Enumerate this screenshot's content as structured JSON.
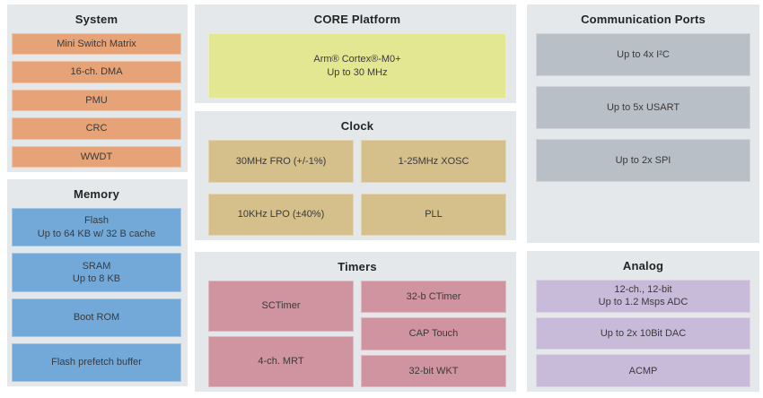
{
  "colors": {
    "canvas_bg": "#ffffff",
    "section_bg": "#e4e8ea",
    "title_text": "#242424",
    "block_text": "#3a3a3a",
    "system_block": "#e6a377",
    "memory_block": "#72a9d9",
    "core_block": "#e3e791",
    "clock_block": "#d5bf8a",
    "timers_block": "#d093a0",
    "comm_block": "#b9bfc6",
    "analog_block": "#c8bad9"
  },
  "sections": {
    "system": {
      "title": "System",
      "blocks": [
        "Mini Switch Matrix",
        "16-ch. DMA",
        "PMU",
        "CRC",
        "WWDT"
      ]
    },
    "memory": {
      "title": "Memory",
      "blocks": [
        "Flash\nUp to 64 KB w/ 32 B cache",
        "SRAM\nUp to 8 KB",
        "Boot ROM",
        "Flash prefetch buffer"
      ]
    },
    "core": {
      "title": "CORE Platform",
      "blocks": [
        "Arm® Cortex®-M0+\nUp to 30 MHz"
      ]
    },
    "clock": {
      "title": "Clock",
      "blocks": [
        "30MHz FRO (+/-1%)",
        "1-25MHz XOSC",
        "10KHz LPO (±40%)",
        "PLL"
      ]
    },
    "timers": {
      "title": "Timers",
      "blocks_left": [
        "SCTimer",
        "4-ch. MRT"
      ],
      "blocks_right": [
        "32-b CTimer",
        "CAP Touch",
        "32-bit WKT"
      ]
    },
    "comm": {
      "title": "Communication Ports",
      "blocks": [
        "Up to 4x I²C",
        "Up to 5x USART",
        "Up to 2x SPI"
      ]
    },
    "analog": {
      "title": "Analog",
      "blocks": [
        "12-ch., 12-bit\nUp to 1.2 Msps ADC",
        "Up to 2x 10Bit DAC",
        "ACMP"
      ]
    }
  }
}
